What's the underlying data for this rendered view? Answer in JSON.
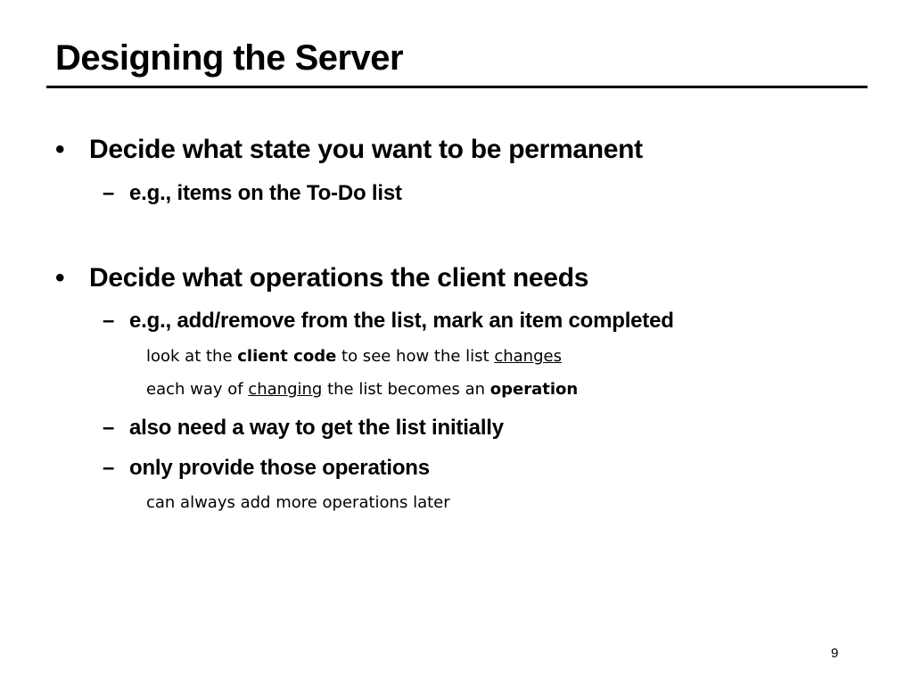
{
  "slide": {
    "title": "Designing the Server",
    "page_number": "9",
    "bullets": [
      {
        "text": "Decide what state you want to be permanent",
        "subs": [
          {
            "text": "e.g., items on the To-Do list"
          }
        ]
      },
      {
        "text": "Decide what operations the client needs",
        "subs": [
          {
            "text": "e.g., add/remove from the list, mark an item completed",
            "notes": [
              {
                "p1": "look at the ",
                "b1": "client code",
                "p2": " to see how the list ",
                "u1": "changes"
              },
              {
                "p1": "each way of ",
                "u1": "changing",
                "p2": " the list becomes an ",
                "b1": "operation"
              }
            ]
          },
          {
            "text": "also need a way to get the list initially"
          },
          {
            "text": "only provide those operations",
            "notes": [
              {
                "p1": "can always add more operations later"
              }
            ]
          }
        ]
      }
    ],
    "bullet_glyph": "•",
    "dash_glyph": "–"
  }
}
